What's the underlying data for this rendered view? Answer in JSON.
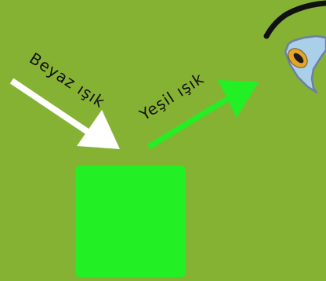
{
  "labels": {
    "incoming": "Beyaz ışık",
    "reflected": "Yeşil ışık"
  },
  "colors": {
    "background": "#86b234",
    "incoming_arrow": "#ffffff",
    "reflected_arrow": "#22f024",
    "object": "#22f024",
    "eye_lid": "#111111",
    "eye_white": "#a9d0e8",
    "eye_iris": "#e5a42a",
    "eye_pupil": "#1b1b1b"
  },
  "icons": {
    "object": "green-square",
    "eye": "eye-icon"
  }
}
